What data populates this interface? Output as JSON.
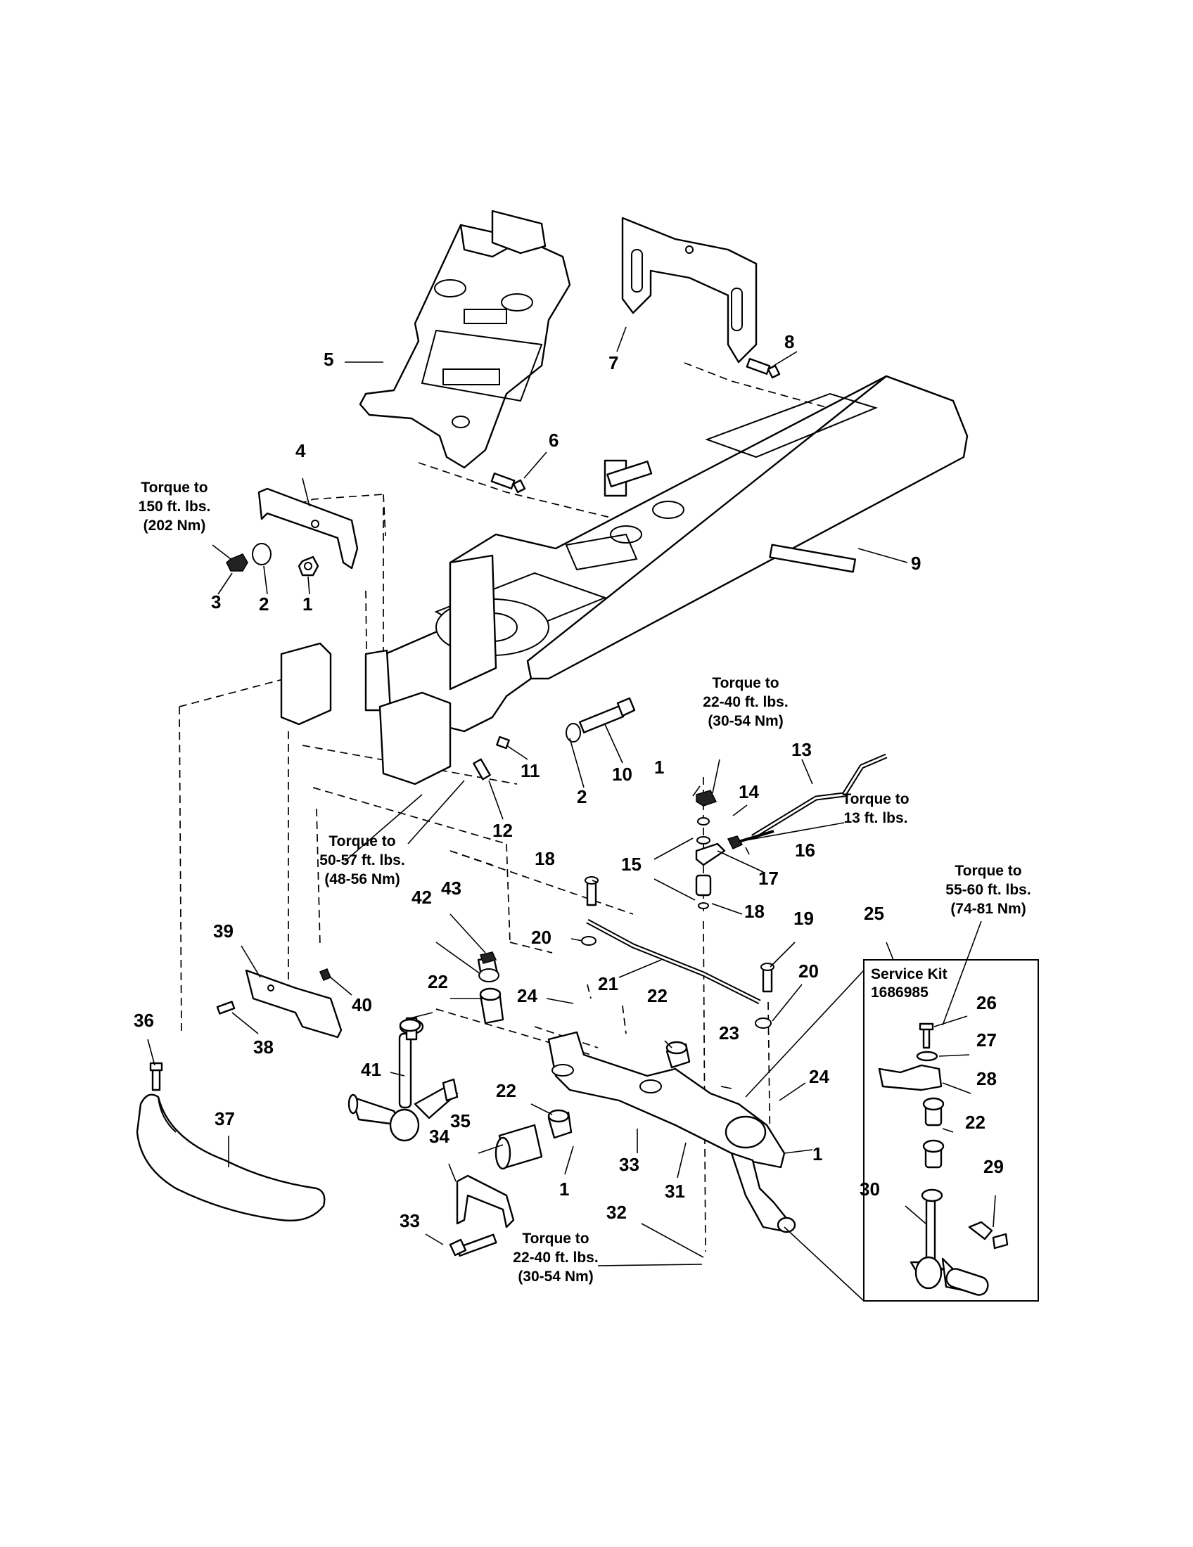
{
  "callouts": [
    "1",
    "2",
    "3",
    "4",
    "5",
    "6",
    "7",
    "8",
    "9",
    "10",
    "11",
    "12",
    "13",
    "14",
    "15",
    "16",
    "17",
    "18",
    "19",
    "20",
    "21",
    "22",
    "23",
    "24",
    "25",
    "26",
    "27",
    "28",
    "29",
    "30",
    "31",
    "32",
    "33",
    "34",
    "35",
    "36",
    "37",
    "38",
    "39",
    "40",
    "41",
    "42",
    "43"
  ],
  "torque_notes": {
    "t150": [
      "Torque to",
      "150 ft. lbs.",
      "(202 Nm)"
    ],
    "t22_40_upper": [
      "Torque to",
      "22-40 ft. lbs.",
      "(30-54 Nm)"
    ],
    "t13": [
      "Torque to",
      "13 ft. lbs."
    ],
    "t50_57": [
      "Torque to",
      "50-57 ft. lbs.",
      "(48-56 Nm)"
    ],
    "t55_60": [
      "Torque to",
      "55-60 ft. lbs.",
      "(74-81 Nm)"
    ],
    "t22_40_lower": [
      "Torque to",
      "22-40 ft. lbs.",
      "(30-54 Nm)"
    ]
  },
  "service_kit": {
    "title": "Service Kit",
    "number": "1686985"
  }
}
